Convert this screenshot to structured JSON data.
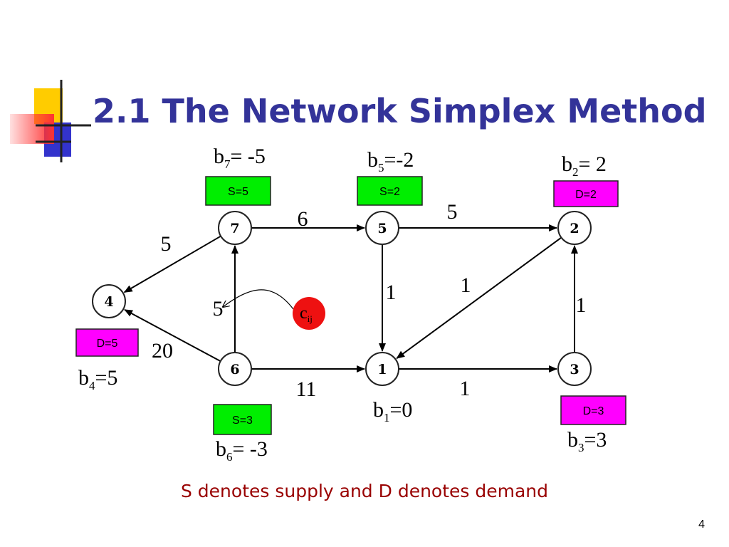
{
  "slide": {
    "title": "2.1 The Network Simplex Method",
    "caption": "S denotes supply and D denotes demand",
    "page_number": "4"
  },
  "colors": {
    "title": "#333399",
    "caption": "#990000",
    "supply_box": "#00ee00",
    "demand_box": "#ff00ff",
    "cost_marker": "#ee1111",
    "deco_yellow": "#ffcc00",
    "deco_blue": "#3333cc",
    "deco_red": "#ff3333"
  },
  "network": {
    "nodes": [
      {
        "id": "1",
        "label": "1",
        "balance": {
          "var": "b",
          "sub": "1",
          "eq": "=0"
        }
      },
      {
        "id": "2",
        "label": "2",
        "balance": {
          "var": "b",
          "sub": "2",
          "eq": "= 2"
        },
        "tag": "D=2",
        "tag_kind": "demand"
      },
      {
        "id": "3",
        "label": "3",
        "balance": {
          "var": "b",
          "sub": "3",
          "eq": "=3"
        },
        "tag": "D=3",
        "tag_kind": "demand"
      },
      {
        "id": "4",
        "label": "4",
        "balance": {
          "var": "b",
          "sub": "4",
          "eq": "=5"
        },
        "tag": "D=5",
        "tag_kind": "demand"
      },
      {
        "id": "5",
        "label": "5",
        "balance": {
          "var": "b",
          "sub": "5",
          "eq": "=-2"
        },
        "tag": "S=2",
        "tag_kind": "supply"
      },
      {
        "id": "6",
        "label": "6",
        "balance": {
          "var": "b",
          "sub": "6",
          "eq": "= -3"
        },
        "tag": "S=3",
        "tag_kind": "supply"
      },
      {
        "id": "7",
        "label": "7",
        "balance": {
          "var": "b",
          "sub": "7",
          "eq": "= -5"
        },
        "tag": "S=5",
        "tag_kind": "supply"
      }
    ],
    "arcs": [
      {
        "from": "7",
        "to": "5",
        "cost": "6"
      },
      {
        "from": "5",
        "to": "2",
        "cost": "5"
      },
      {
        "from": "7",
        "to": "4",
        "cost": "5"
      },
      {
        "from": "6",
        "to": "7",
        "cost": "5"
      },
      {
        "from": "5",
        "to": "1",
        "cost": "1"
      },
      {
        "from": "2",
        "to": "1",
        "cost": "1"
      },
      {
        "from": "3",
        "to": "2",
        "cost": "1"
      },
      {
        "from": "6",
        "to": "4",
        "cost": "20"
      },
      {
        "from": "6",
        "to": "1",
        "cost": "11"
      },
      {
        "from": "1",
        "to": "3",
        "cost": "1"
      }
    ],
    "cost_marker": {
      "var": "c",
      "sub": "ij"
    }
  }
}
